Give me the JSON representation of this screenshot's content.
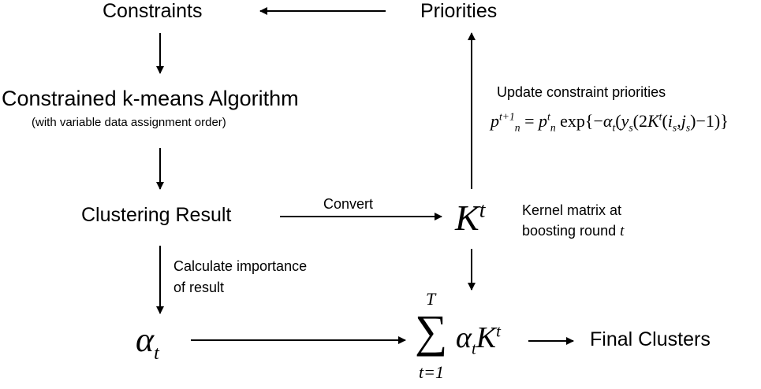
{
  "nodes": {
    "constraints": "Constraints",
    "priorities": "Priorities",
    "algorithm": "Constrained k-means Algorithm",
    "algorithm_note": "(with variable data assignment order)",
    "clustering_result": "Clustering Result",
    "final_clusters": "Final Clusters"
  },
  "edges": {
    "convert": "Convert",
    "importance_line1": "Calculate importance",
    "importance_line2": "of result"
  },
  "annotations": {
    "update_title": "Update constraint priorities",
    "kernel_line1": "Kernel matrix at",
    "kernel_line2": "boosting round"
  },
  "math": {
    "K": "K",
    "t": "t",
    "alpha": "α",
    "sigma": "∑",
    "sum_upper": "T",
    "sum_lower": "t=1",
    "update_formula": {
      "lhs_p": "p",
      "lhs_sup": "t+1",
      "n": "n",
      "eq": "=",
      "rhs_p": "p",
      "rhs_sup": "t",
      "exp": "exp",
      "open": "{−",
      "alpha": "α",
      "t": "t",
      "paren1": "(",
      "y": "y",
      "s": "s",
      "paren2": "(2",
      "K": "K",
      "ksup": "t",
      "paren3": "(",
      "i": "i",
      "comma": ",",
      "j": "j",
      "close": ")−1)",
      "brace_close": "}"
    }
  }
}
